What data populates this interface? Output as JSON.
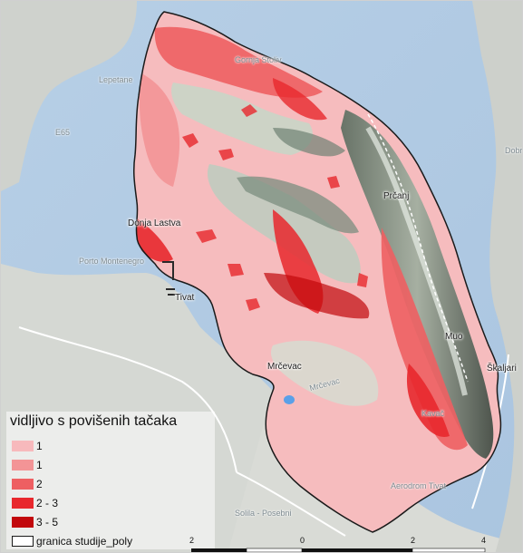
{
  "legend": {
    "title": "vidljivo s povišenih tačaka",
    "items": [
      {
        "label": "1",
        "color": "#f7b9bc"
      },
      {
        "label": "1",
        "color": "#f39496"
      },
      {
        "label": "2",
        "color": "#ee5f62"
      },
      {
        "label": "2 - 3",
        "color": "#e8282d"
      },
      {
        "label": "3 - 5",
        "color": "#c2080c"
      },
      {
        "label": "granica studije_poly",
        "color": "#ffffff",
        "outline": "#1a1a1a"
      }
    ]
  },
  "places": {
    "dobrota": "Dobrota",
    "donja_lastva": "Donja Lastva",
    "porto_montenegro": "Porto Montenegro",
    "tivat": "Tivat",
    "prcanj": "Prčanj",
    "muo": "Muo",
    "skaljari": "Škaljari",
    "mrcevac": "Mrčevac",
    "mrcevac_road": "Mrčevac",
    "kavac": "Kavač",
    "aerodrom": "Aerodrom Tivat",
    "solila": "Solila - Posebni",
    "stone": "Gornja Stoliv",
    "lepetane": "Lepetane",
    "road_e65": "E65"
  },
  "scale": {
    "labels": [
      "2",
      "0",
      "2",
      "4"
    ],
    "unit_colors": [
      "#111111",
      "#ffffff"
    ]
  }
}
